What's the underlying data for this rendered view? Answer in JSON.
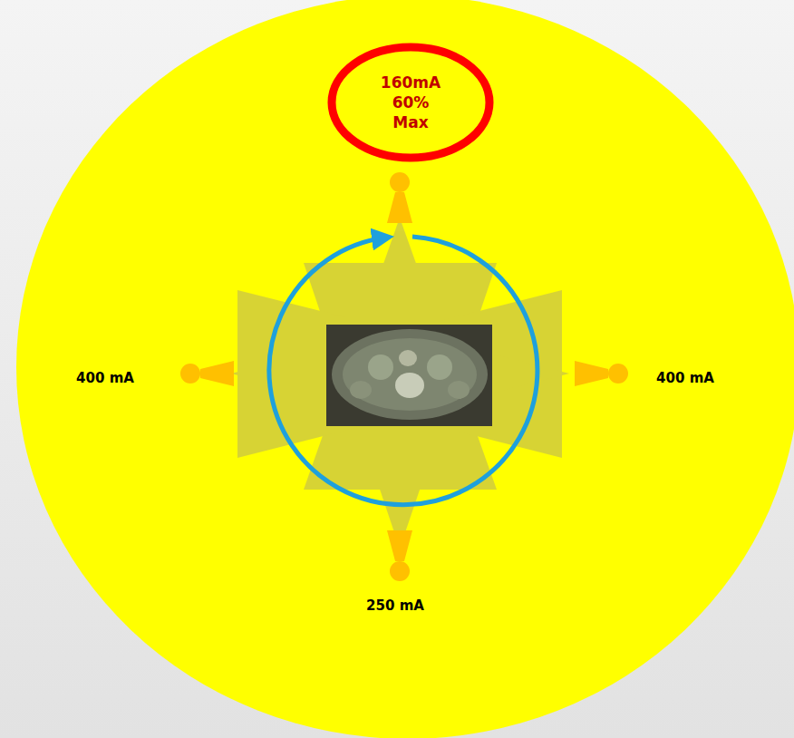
{
  "diagram": {
    "nodes": [
      {
        "text": [
          "160mA 60% Max"
        ]
      }
    ],
    "labels": [
      "400 mA",
      "400 mA",
      "250 mA"
    ]
  }
}
